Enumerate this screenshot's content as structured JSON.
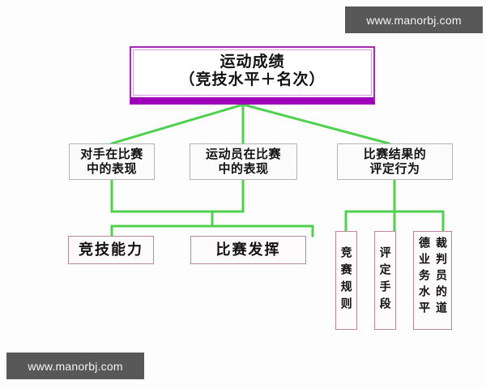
{
  "diagram": {
    "title_node": {
      "id": "sports-performance",
      "label": "运动成绩\n（竞技水平＋名次）"
    },
    "level2": [
      {
        "id": "opponent-performance",
        "label": "对手在比赛\n中的表现"
      },
      {
        "id": "athlete-performance",
        "label": "运动员在比赛\n中的表现"
      },
      {
        "id": "result-evaluation",
        "label": "比赛结果的\n评定行为"
      }
    ],
    "level3_left": [
      {
        "id": "competitive-ability",
        "label": "竞技能力"
      },
      {
        "id": "competition-display",
        "label": "比赛发挥"
      }
    ],
    "level3_right": [
      {
        "id": "competition-rules",
        "label": "竞赛规则",
        "columns": 1
      },
      {
        "id": "evaluation-means",
        "label": "评定手段",
        "columns": 1
      },
      {
        "id": "referee-ethics",
        "label": "裁判员的道德业务水平",
        "columns": 2
      }
    ],
    "colors": {
      "root_border": "#a32bb0",
      "root_bottom_bar": "#9e00ba",
      "grey_border": "#b4b4b4",
      "pink_border": "#b8899b",
      "connector_green": "#4fd14f",
      "background": "#fdfdfd",
      "watermark_bg": "#585858",
      "watermark_text": "#f4f4f4"
    }
  },
  "watermarks": {
    "top_right": "www.manorbj.com",
    "bottom_left": "www.manorbj.com"
  }
}
